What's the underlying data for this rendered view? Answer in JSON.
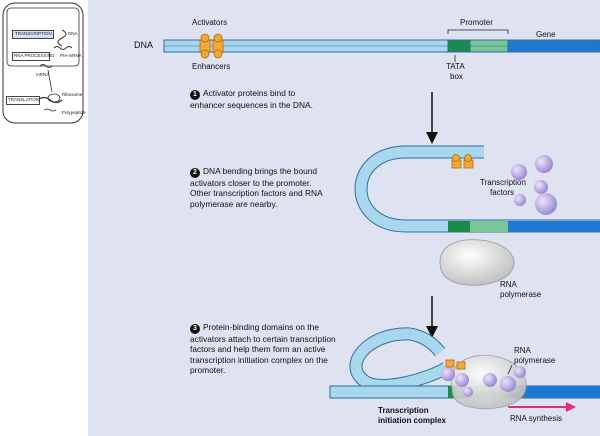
{
  "overview": {
    "transcription": "TRANSCRIPTION",
    "dna": "DNA",
    "rna_processing": "RNA PROCESSING",
    "pre_mrna": "Pre-mRNA",
    "mrna": "mRNA",
    "translation": "TRANSLATION",
    "ribosome": "Ribosome",
    "polypeptide": "Polypeptide"
  },
  "labels": {
    "dna": "DNA",
    "activators": "Activators",
    "enhancers": "Enhancers",
    "promoter": "Promoter",
    "gene": "Gene",
    "tata_line1": "TATA",
    "tata_line2": "box",
    "transcription_factors_line1": "Transcription",
    "transcription_factors_line2": "factors",
    "rna_polymerase_line1": "RNA",
    "rna_polymerase_line2": "polymerase",
    "rna_polymerase2_line1": "RNA",
    "rna_polymerase2_line2": "polymerase",
    "complex_line1": "Transcription",
    "complex_line2": "initiation complex",
    "rna_synthesis": "RNA synthesis"
  },
  "steps": [
    {
      "num": "1",
      "text": "Activator proteins bind to enhancer sequences in the DNA."
    },
    {
      "num": "2",
      "text": "DNA bending brings the bound activators closer to the promoter. Other transcription factors and RNA polymerase are nearby."
    },
    {
      "num": "3",
      "text": "Protein-binding domains on the activators attach to certain transcription factors and help them form an active transcription initiation complex on the promoter."
    }
  ],
  "colors": {
    "panel": "#dfe2f0",
    "dna": "#a9d7ee",
    "gene": "#1f78d1",
    "tata": "#1d8a4a",
    "promoter": "#7cc596",
    "activator": "#f2a93b",
    "factor": "#b8a6e2",
    "polymerase": "#e3e3e3",
    "synthesis_arrow": "#e8287e"
  }
}
